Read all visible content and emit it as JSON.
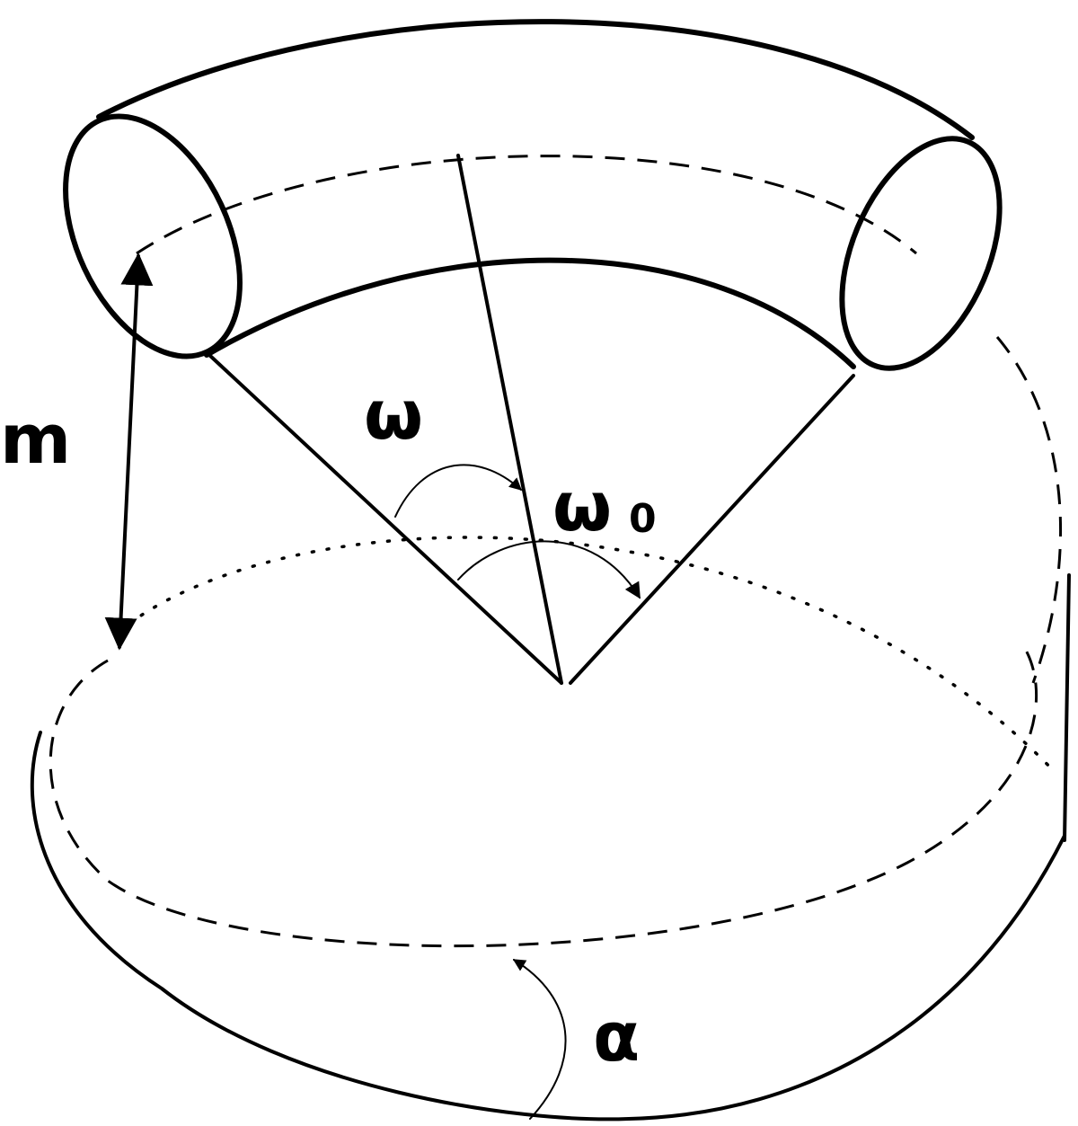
{
  "labels": {
    "m": "m",
    "omega": "ω",
    "omega0": "ω",
    "omega0_subscript": "0",
    "alpha": "α"
  }
}
